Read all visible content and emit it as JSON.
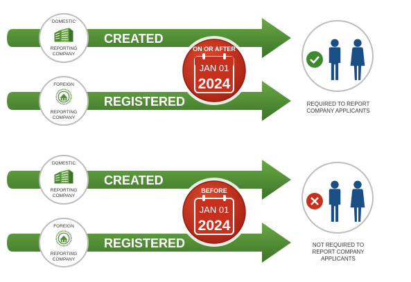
{
  "colors": {
    "arrow_dark": "#3d7a2a",
    "arrow_light": "#5f9e3c",
    "badge_red": "#c8301e",
    "person_blue": "#1a4f86",
    "check_green": "#3f8a2c",
    "x_red": "#c8301e",
    "circle_border": "#bdbdbd",
    "text_dark": "#333333"
  },
  "groups": [
    {
      "domestic": {
        "top": "DOMESTIC",
        "bottom_1": "REPORTING",
        "bottom_2": "COMPANY"
      },
      "foreign": {
        "top": "FOREIGN",
        "bottom_1": "REPORTING",
        "bottom_2": "COMPANY"
      },
      "arrow_created": "CREATED",
      "arrow_registered": "REGISTERED",
      "badge": {
        "label": "ON OR AFTER",
        "month_day": "JAN 01",
        "year": "2024"
      },
      "result": {
        "icon": "check-icon",
        "line_1": "REQUIRED TO REPORT",
        "line_2": "COMPANY APPLICANTS",
        "line_3": ""
      }
    },
    {
      "domestic": {
        "top": "DOMESTIC",
        "bottom_1": "REPORTING",
        "bottom_2": "COMPANY"
      },
      "foreign": {
        "top": "FOREIGN",
        "bottom_1": "REPORTING",
        "bottom_2": "COMPANY"
      },
      "arrow_created": "CREATED",
      "arrow_registered": "REGISTERED",
      "badge": {
        "label": "BEFORE",
        "month_day": "JAN 01",
        "year": "2024"
      },
      "result": {
        "icon": "x-icon",
        "line_1": "NOT REQUIRED TO",
        "line_2": "REPORT COMPANY",
        "line_3": "APPLICANTS"
      }
    }
  ]
}
